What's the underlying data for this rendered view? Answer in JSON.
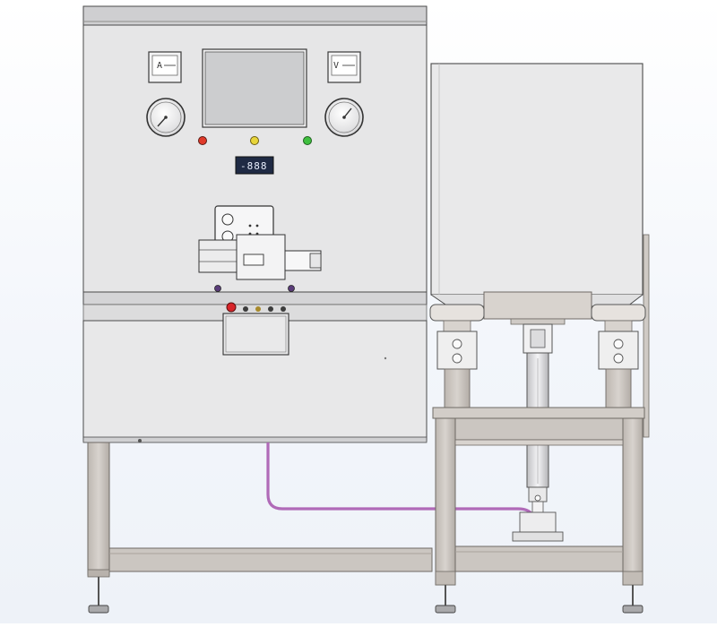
{
  "scene": {
    "description_visible_text": "",
    "colors": {
      "panel_fill": "#e6e6e7",
      "panel_top": "#cfcfd1",
      "frame_fill": "#cbc6c1",
      "frame_stroke": "#7d7975",
      "outline": "#4a4a4a",
      "screen_fill": "#cccdcf",
      "hose": "#b06ab8",
      "lamp_red": "#e03a2a",
      "lamp_yellow": "#e8d53a",
      "lamp_green": "#3fbf3f",
      "estop": "#d8252a"
    },
    "display_readout": "-888",
    "panel_meters": [
      {
        "name": "ammeter",
        "symbol": "A"
      },
      {
        "name": "voltmeter",
        "symbol": "V"
      }
    ],
    "pressure_gauges": [
      "left-pressure-gauge",
      "right-pressure-gauge"
    ],
    "indicator_lamps": [
      "red",
      "yellow",
      "green"
    ]
  }
}
